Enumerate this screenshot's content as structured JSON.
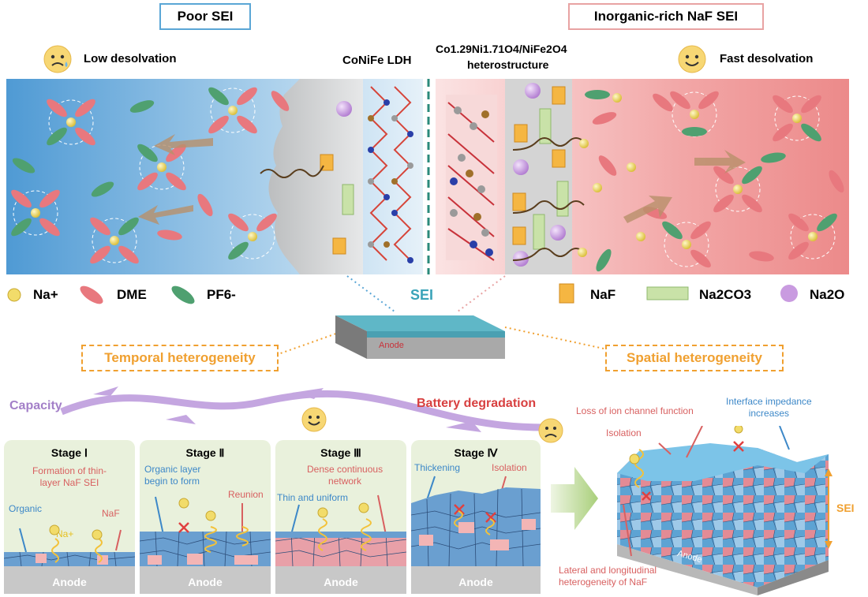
{
  "top": {
    "poor_title": "Poor SEI",
    "rich_title": "Inorganic-rich NaF SEI",
    "low_desolvation": "Low desolvation",
    "fast_desolvation": "Fast desolvation",
    "ldh_label": "CoNiFe LDH",
    "hetero_line1": "Co1.29Ni1.71O4/NiFe2O4",
    "hetero_line2": "heterostructure"
  },
  "legend_left": {
    "na": "Na+",
    "dme": "DME",
    "pf6": "PF6-"
  },
  "legend_right": {
    "naf": "NaF",
    "na2co3": "Na2CO3",
    "na2o": "Na2O"
  },
  "sei": {
    "label": "SEI",
    "anode": "Anode"
  },
  "heterogeneity": {
    "temporal": "Temporal heterogeneity",
    "spatial": "Spatial heterogeneity"
  },
  "curve": {
    "capacity": "Capacity",
    "degradation": "Battery degradation"
  },
  "stages": [
    {
      "title": "Stage Ⅰ",
      "notes": [
        "Formation of thin-",
        "layer NaF SEI"
      ],
      "labels": [
        "Organic",
        "Na+",
        "NaF"
      ],
      "anode": "Anode"
    },
    {
      "title": "Stage Ⅱ",
      "notes": [
        "Organic layer",
        "begin to form"
      ],
      "labels": [
        "Reunion"
      ],
      "anode": "Anode"
    },
    {
      "title": "Stage Ⅲ",
      "notes": [
        "Dense continuous",
        "network"
      ],
      "labels": [
        "Thin and uniform"
      ],
      "anode": "Anode"
    },
    {
      "title": "Stage Ⅳ",
      "notes": [],
      "labels": [
        "Thickening",
        "Isolation"
      ],
      "anode": "Anode"
    }
  ],
  "block3d": {
    "loss": "Loss of ion channel function",
    "impedance_1": "Interface impedance",
    "impedance_2": "increases",
    "isolation": "Isolation",
    "sei": "SEI",
    "anode": "Anode",
    "lateral_1": "Lateral and longitudinal",
    "lateral_2": "heterogeneity of NaF"
  },
  "colors": {
    "poor_border": "#5aa6d6",
    "rich_border": "#e8a3a3",
    "dme": "#e8787e",
    "pf6": "#4fa070",
    "na": "#f2dc6a",
    "naf": "#f5b642",
    "na2co3": "#c9e2a8",
    "na2o": "#c99be0",
    "orange_dash": "#f0a030",
    "stage_bg": "#e9f1dc"
  },
  "icons": [
    "sad-face-icon",
    "happy-face-icon",
    "arrow-right-icon"
  ]
}
